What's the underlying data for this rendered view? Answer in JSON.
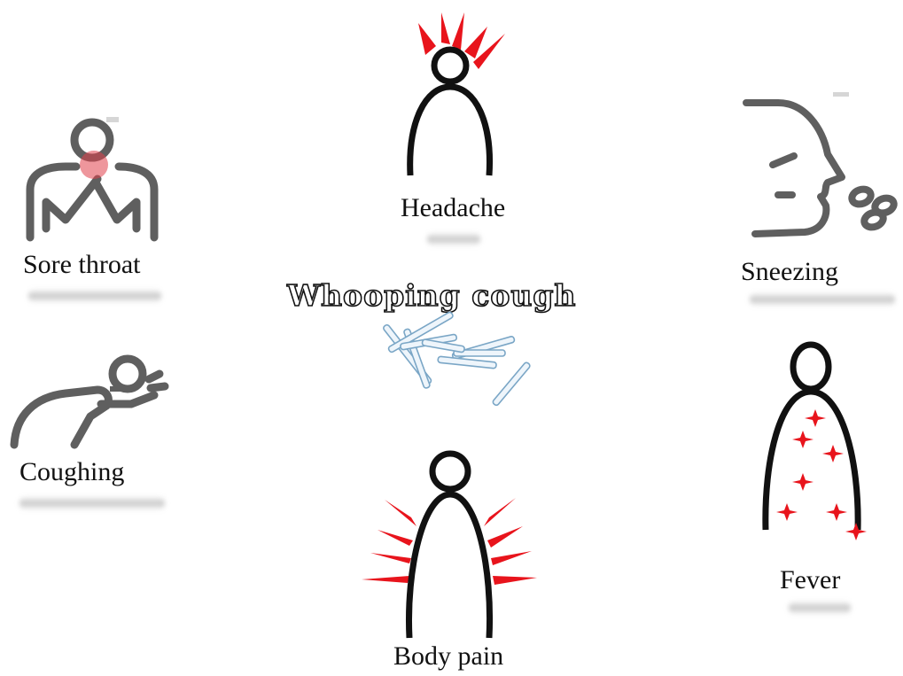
{
  "title": "Whooping cough",
  "symptoms": {
    "headache": "Headache",
    "sore_throat": "Sore throat",
    "sneezing": "Sneezing",
    "coughing": "Coughing",
    "body_pain": "Body pain",
    "fever": "Fever"
  },
  "colors": {
    "figure": "#111111",
    "gray_icon": "#5f5f5f",
    "accent_red": "#e8141c",
    "bacteria": "#a8c8e0"
  }
}
